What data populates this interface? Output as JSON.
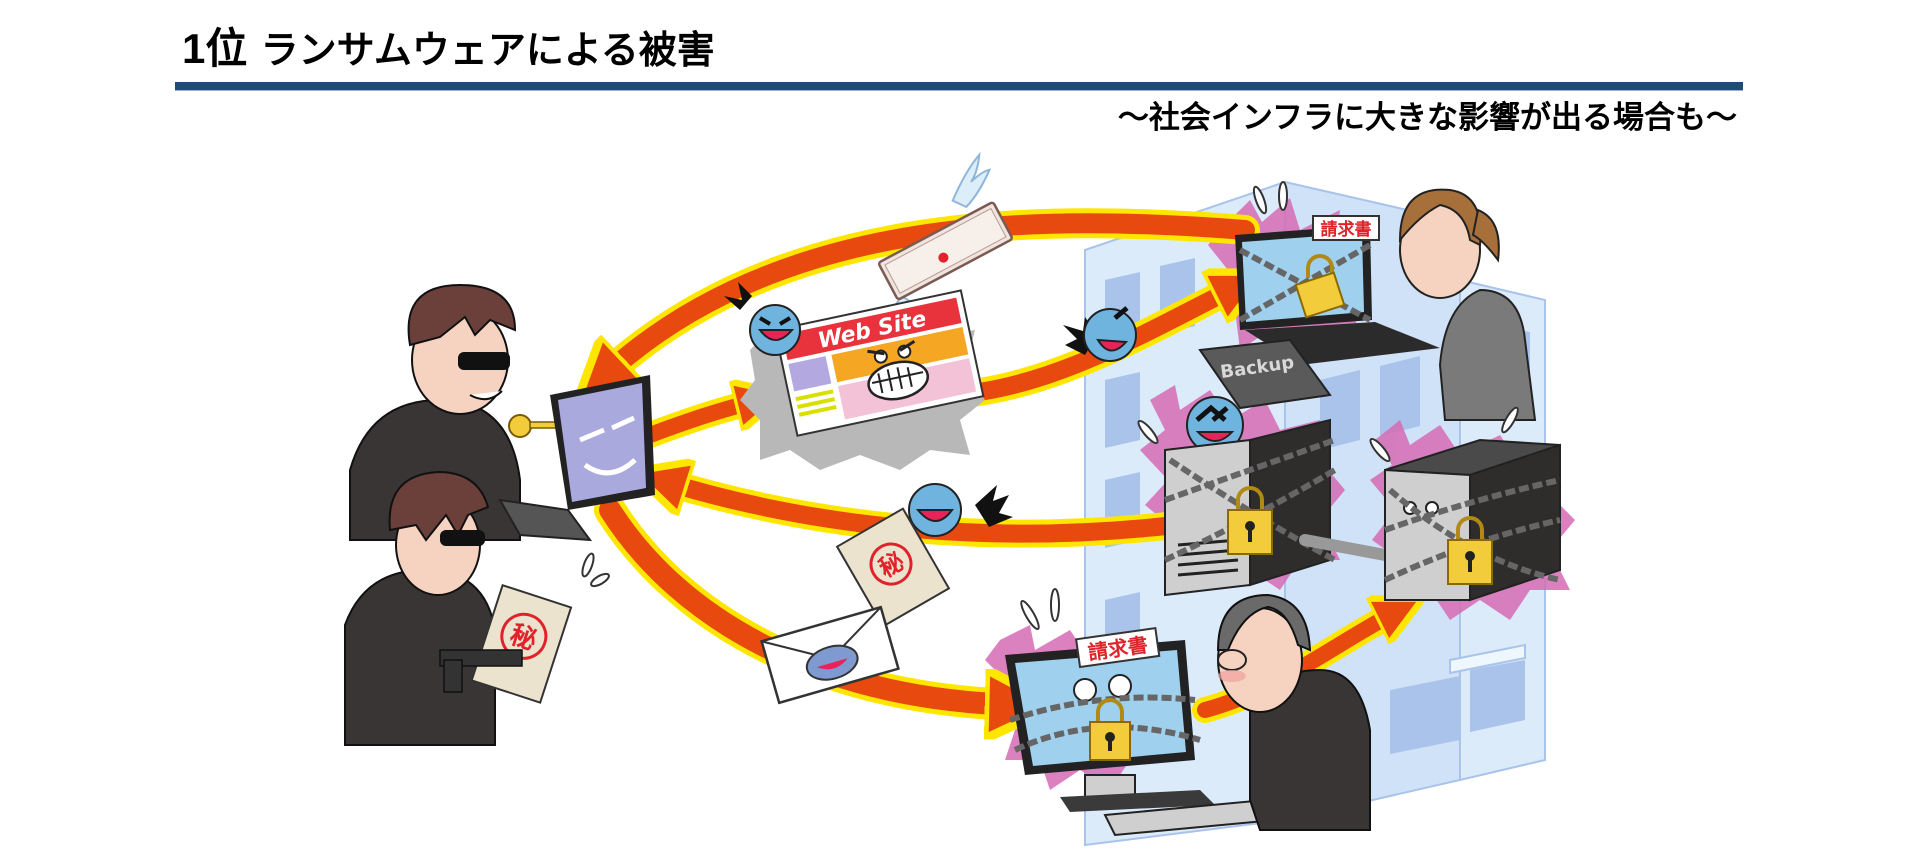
{
  "slide": {
    "title_rank": "1位",
    "title_text": "ランサムウェアによる被害",
    "subtitle": "～社会インフラに大きな影響が出る場合も～"
  },
  "illustration": {
    "description": "Ransomware damage illustration: attackers send malware via website, email and stolen secret documents; victims' PCs and servers are chained and locked, ransom demands shown; money flies back to attackers",
    "website_label": "Web Site",
    "backup_label": "Backup",
    "invoice_label_top": "請求書",
    "invoice_label_bottom": "請求書",
    "secret_stamp_hacker": "秘",
    "secret_stamp_envelope": "秘",
    "colors": {
      "title_rule": "#1f4a7c",
      "arrow_fill": "#e8490f",
      "arrow_outline": "#ffe600",
      "building": "#dcebfa",
      "building_window": "#a9c3ea",
      "alert_burst": "#d66bb4",
      "malware_creature": "#6fb3df",
      "padlock": "#f2cc3a",
      "invoice_text": "#e0232b",
      "secret_stamp": "#e0232b",
      "hacker_screen": "#a9a9dd"
    }
  }
}
